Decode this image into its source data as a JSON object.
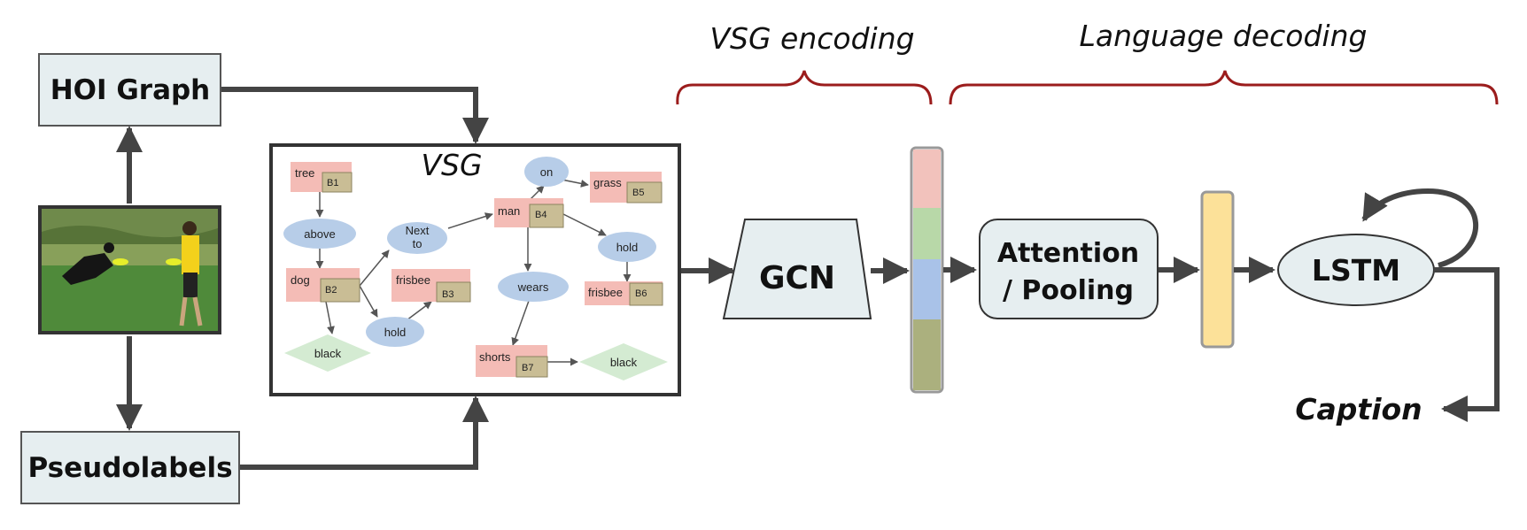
{
  "boxes": {
    "hoi_graph": "HOI Graph",
    "pseudolabels": "Pseudolabels",
    "vsg_title": "VSG",
    "gcn": "GCN",
    "attention_line1": "Attention",
    "attention_line2": "/ Pooling",
    "lstm": "LSTM",
    "caption": "Caption"
  },
  "braces": {
    "encoding": "VSG encoding",
    "decoding": "Language decoding"
  },
  "vsg": {
    "objects": [
      {
        "label": "tree",
        "box": "B1"
      },
      {
        "label": "dog",
        "box": "B2"
      },
      {
        "label": "frisbee",
        "box": "B3"
      },
      {
        "label": "man",
        "box": "B4"
      },
      {
        "label": "grass",
        "box": "B5"
      },
      {
        "label": "frisbee",
        "box": "B6"
      },
      {
        "label": "shorts",
        "box": "B7"
      }
    ],
    "relations": [
      "above",
      "Next",
      "to",
      "hold",
      "on",
      "wears",
      "hold"
    ],
    "attributes": [
      "black",
      "black"
    ]
  },
  "colors": {
    "box_fill": "#e6eef0",
    "object_red": "#f4bcb6",
    "object_tan": "#c9bd95",
    "relation_blue": "#b7cde8",
    "attribute_green": "#d4ebd2",
    "brace_red": "#9b1c1c",
    "vector_segments": [
      "#f2c2bc",
      "#b8d8a8",
      "#a9c2e8",
      "#abb07e"
    ],
    "yellow_vector": "#fce199"
  }
}
